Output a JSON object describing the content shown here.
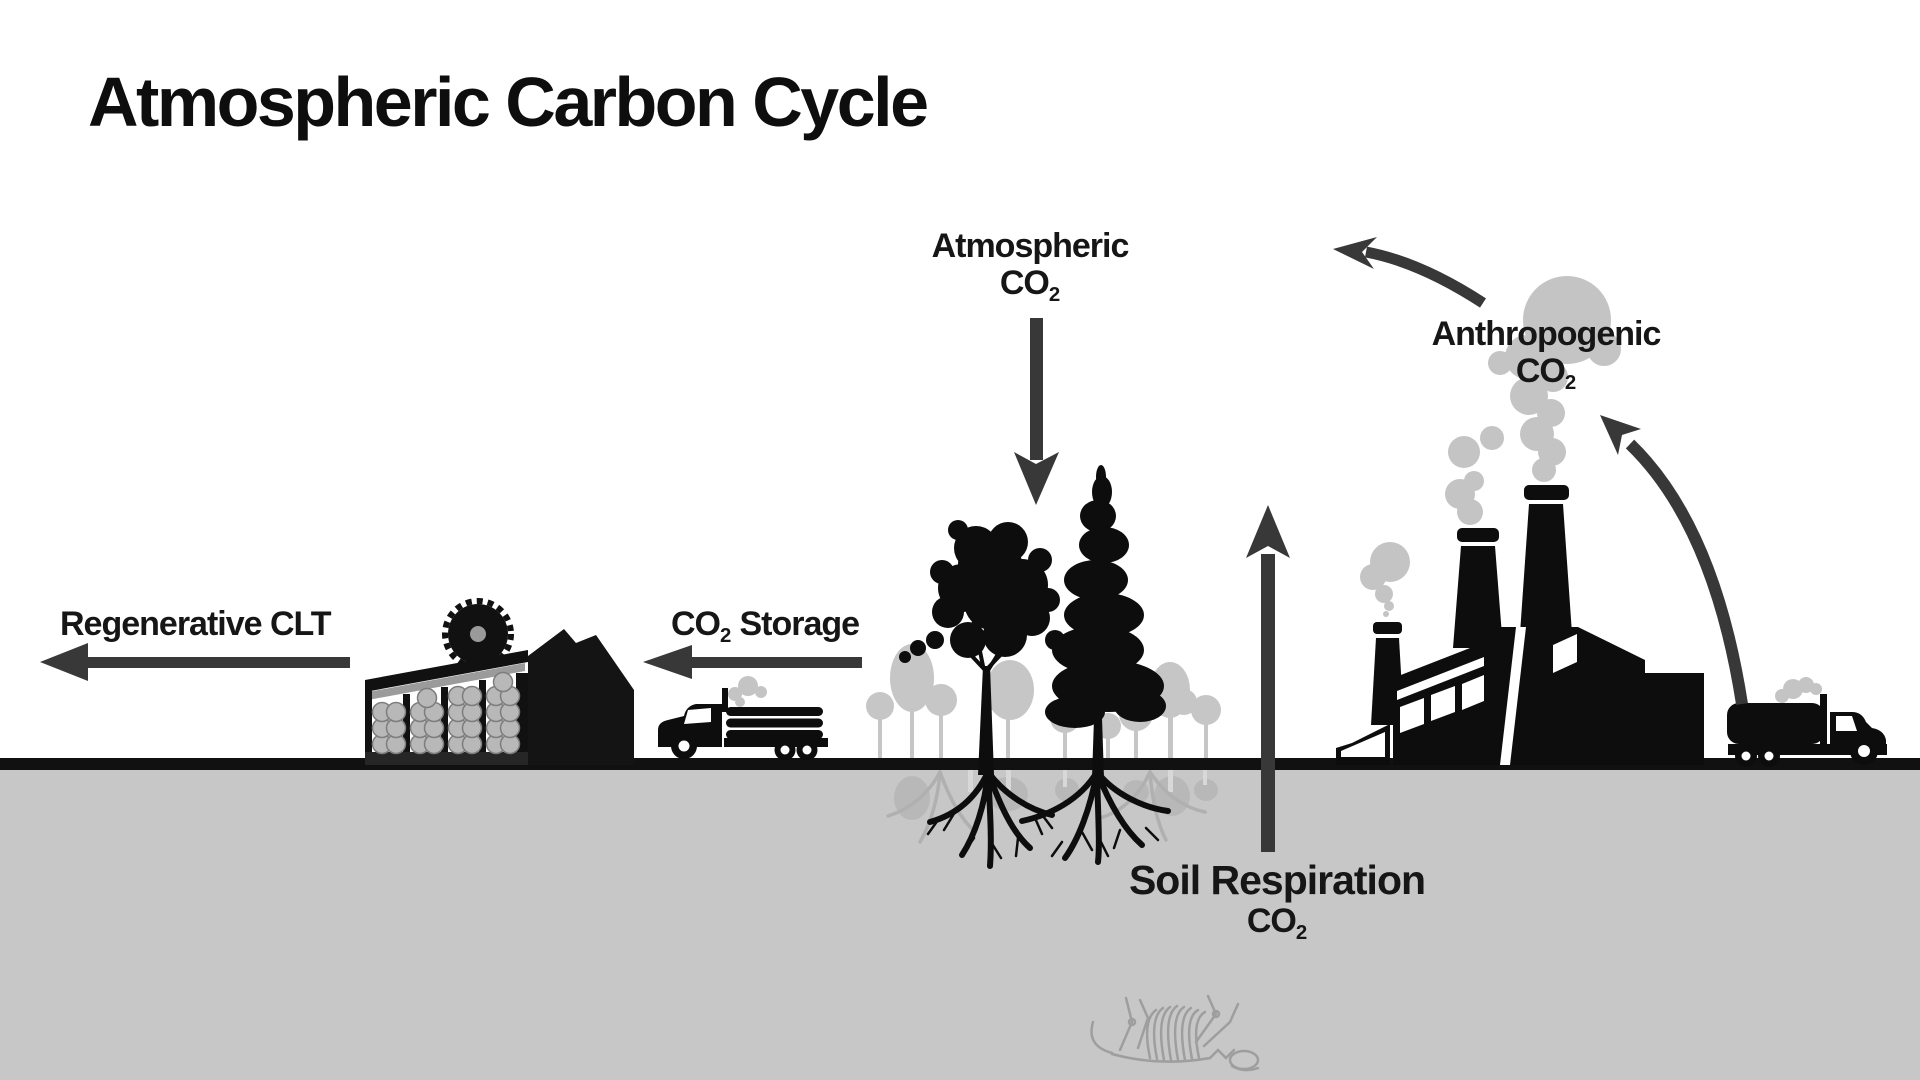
{
  "title": "Atmospheric Carbon Cycle",
  "labels": {
    "atmospheric": {
      "line1": "Atmospheric",
      "co2": "CO",
      "co2_sub": "2"
    },
    "anthropogenic": {
      "line1": "Anthropogenic",
      "co2": "CO",
      "co2_sub": "2"
    },
    "regenerative": {
      "text": "Regenerative CLT"
    },
    "storage": {
      "co2": "CO",
      "co2_sub": "2",
      "suffix": "Storage"
    },
    "soil": {
      "line1": "Soil Respiration",
      "co2": "CO",
      "co2_sub": "2"
    }
  },
  "colors": {
    "ink": "#111111",
    "arrow": "#383838",
    "soil": "#c7c7c7",
    "smoke": "#c4c4c4",
    "gray_tree": "#c6c6c6",
    "bone": "#9e9e9e"
  },
  "scene": {
    "items": [
      "atmospheric-co2-down-arrow",
      "soil-respiration-up-arrow",
      "regenerative-clt-arrow",
      "co2-storage-arrow",
      "factory-to-atmosphere-arrow",
      "truck-to-factory-smoke-arrow",
      "forest-trees",
      "tree-roots",
      "sawmill-building",
      "circular-saw-blade",
      "log-truck",
      "freight-truck",
      "factory-smokestacks",
      "smoke-clouds",
      "ground-line",
      "soil-layer",
      "buried-skeleton"
    ]
  }
}
